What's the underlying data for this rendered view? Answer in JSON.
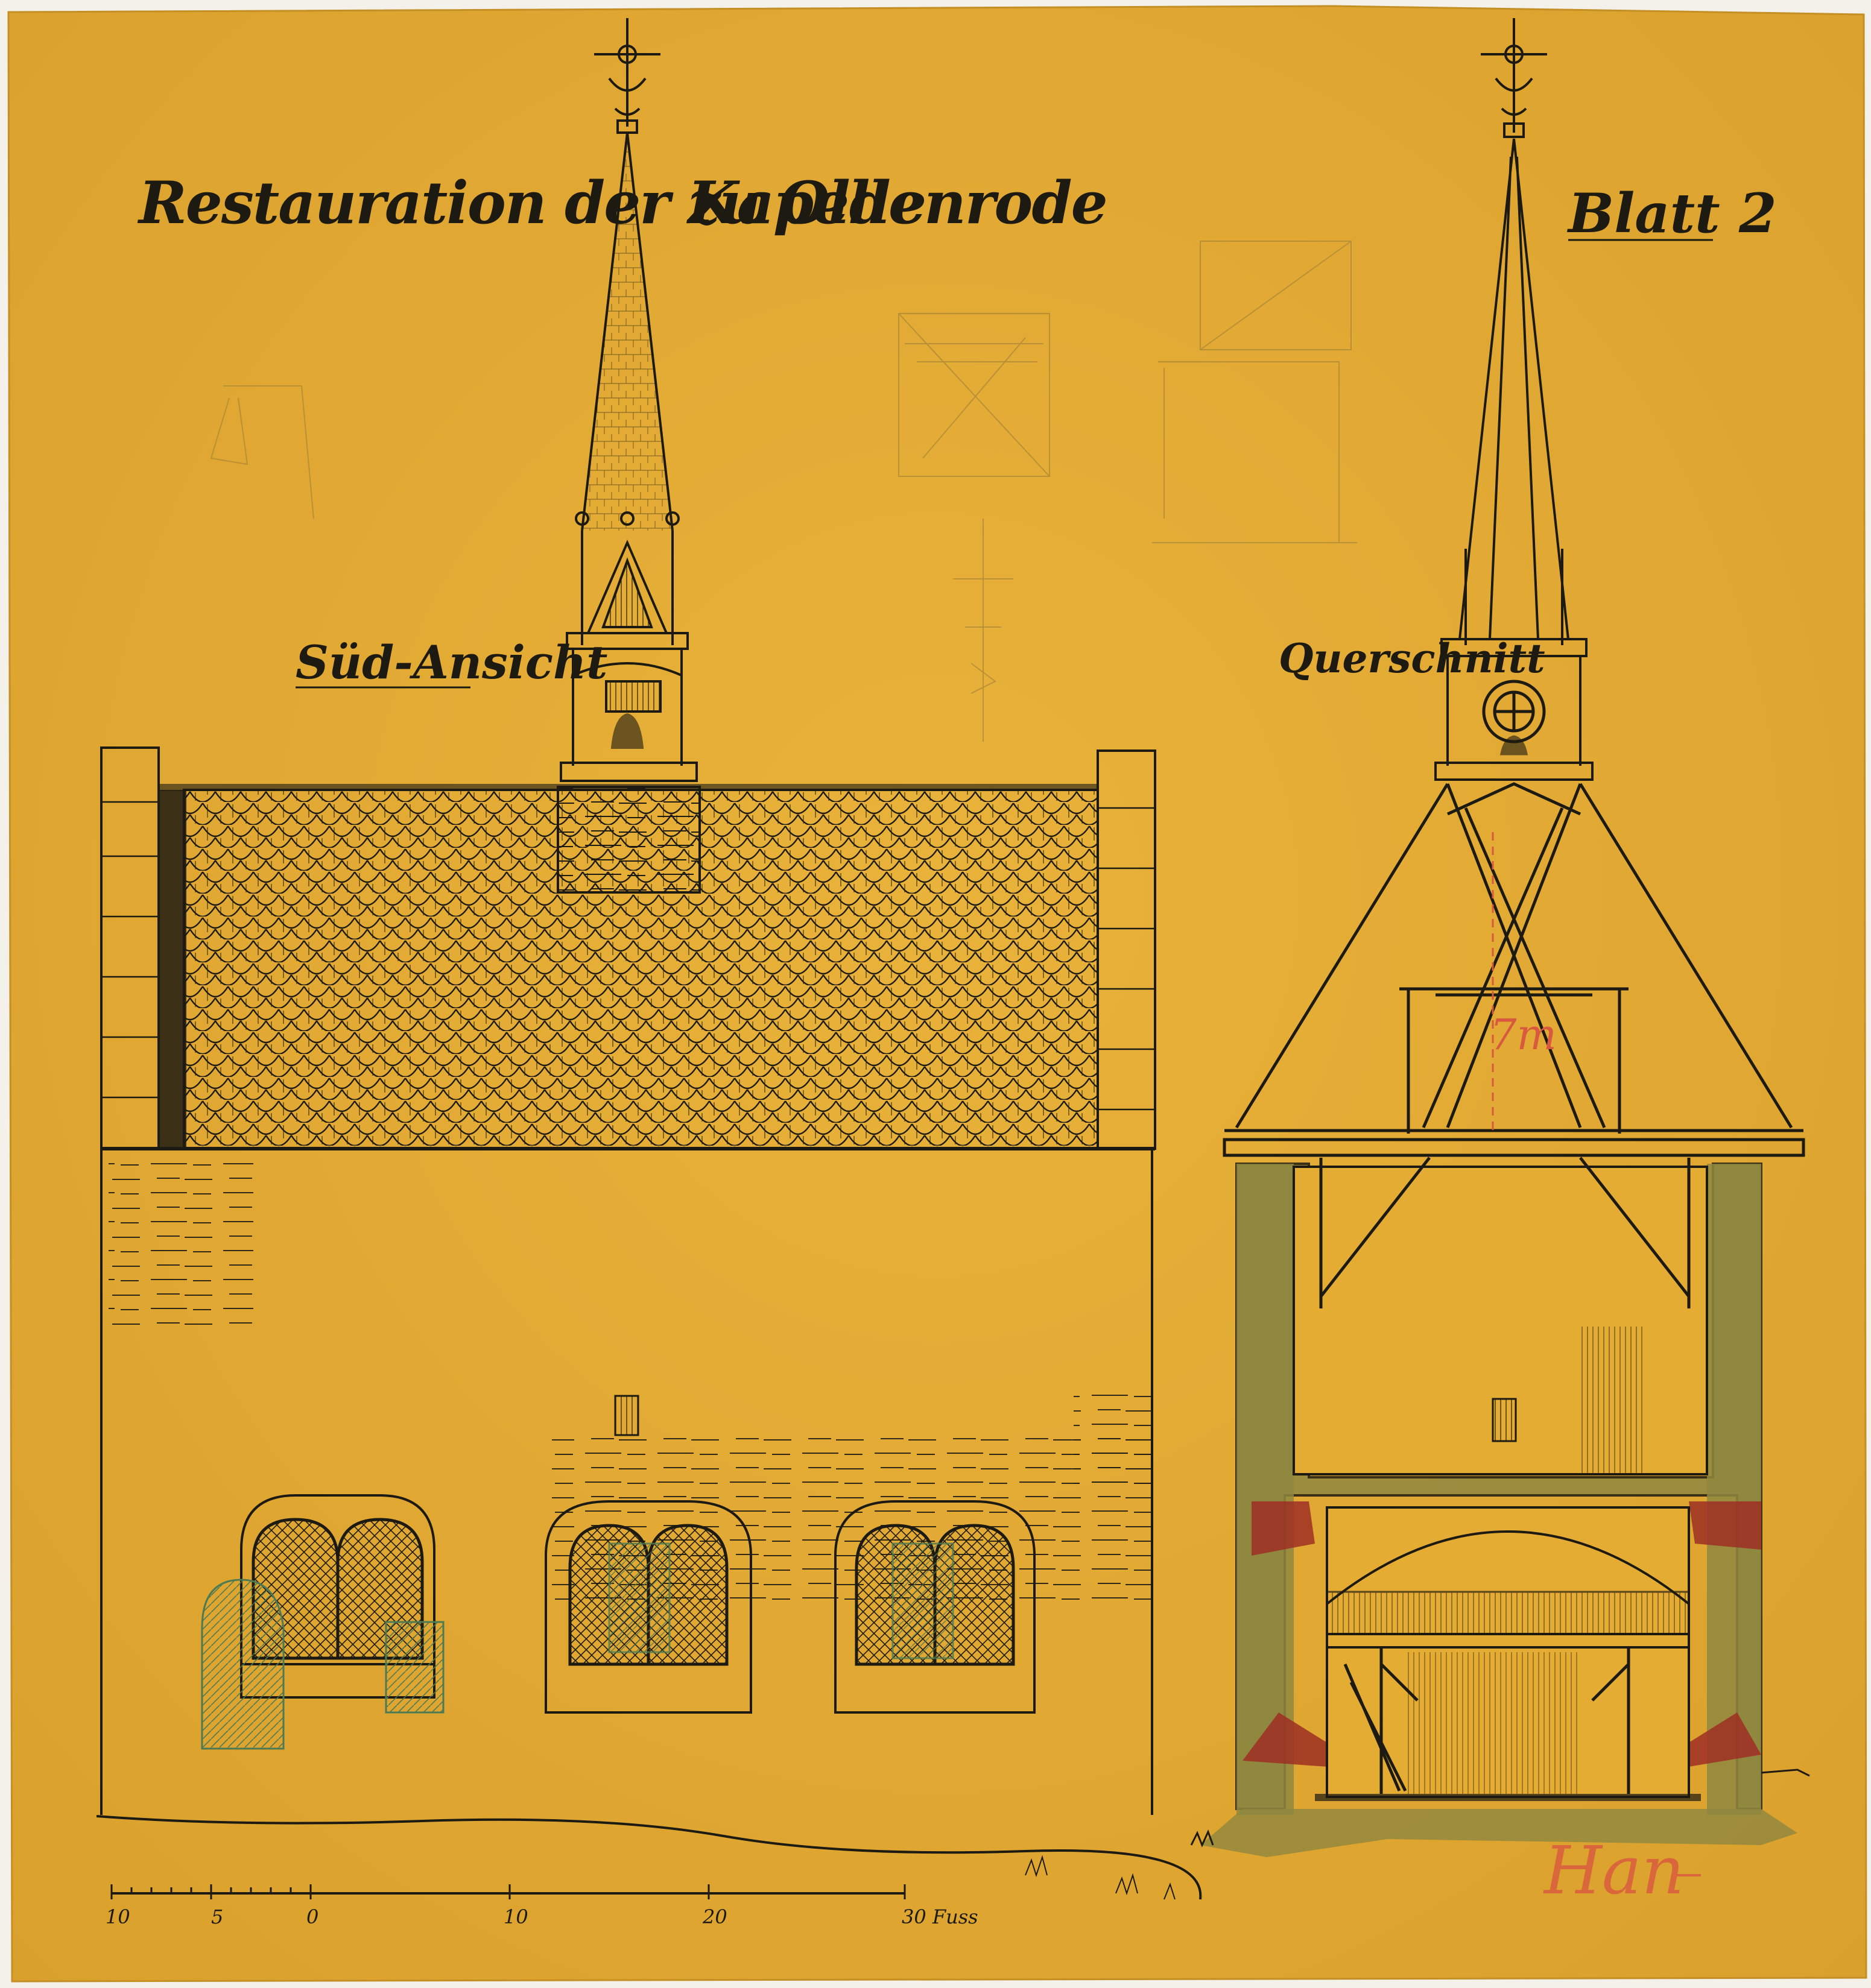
{
  "title": {
    "part1": "Restauration der Kapelle",
    "part2": "zu Oldenrode",
    "sheet": "Blatt 2"
  },
  "views": {
    "south_view": "Süd-Ansicht",
    "cross_section": "Querschnitt"
  },
  "annotations": {
    "height_mark": "7m",
    "signature": "Han"
  },
  "scale_bar": {
    "ticks": [
      "10",
      "5",
      "0",
      "10",
      "20",
      "30 Fuss"
    ]
  },
  "colors": {
    "paper": "#e5ac33",
    "ink": "#1d1a12",
    "wall_wash": "#8f8740",
    "beam_red": "#9e2f25",
    "pencil": "#b58e3d",
    "pencil_red": "#d9593f"
  }
}
